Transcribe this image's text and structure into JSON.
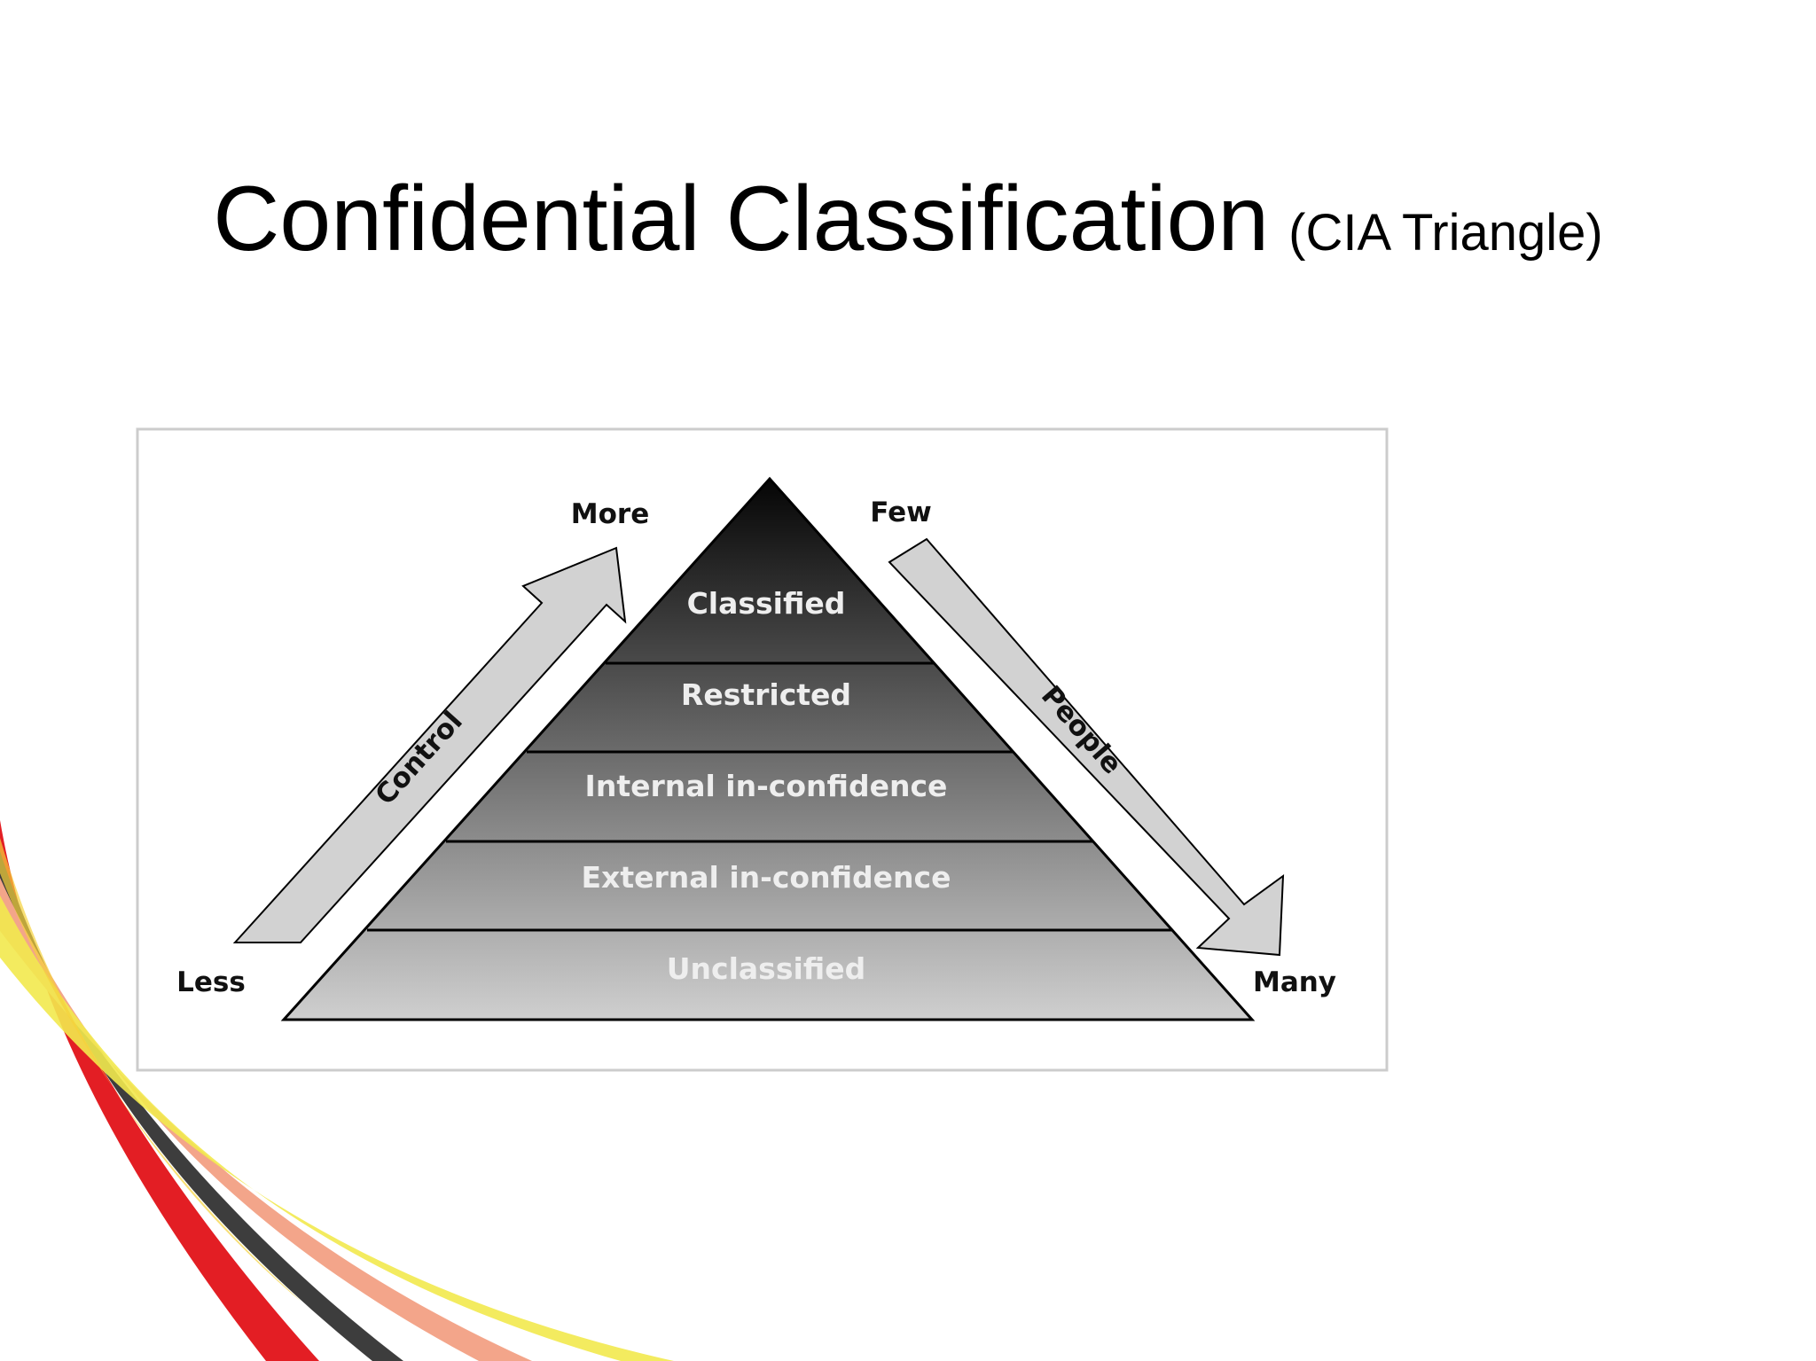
{
  "slide": {
    "title": "Confidential Classification",
    "subtitle": "(CIA Triangle)"
  },
  "diagram": {
    "levels": [
      {
        "label": "Classified"
      },
      {
        "label": "Restricted"
      },
      {
        "label": "Internal in-confidence"
      },
      {
        "label": "External in-confidence"
      },
      {
        "label": "Unclassified"
      }
    ],
    "control_arrow": {
      "label": "Control",
      "start": "Less",
      "end": "More"
    },
    "people_arrow": {
      "label": "People",
      "start": "Few",
      "end": "Many"
    }
  },
  "colors": {
    "apex": "#050505",
    "base": "#cfcfcf",
    "arrow_fill": "#d2d2d2",
    "label_text": "#eeeeee",
    "frame_border": "#cccccc",
    "swoosh": [
      "#e31e24",
      "#f2e94e",
      "#3d3d3d",
      "#f3a58a",
      "#f5d23a"
    ]
  }
}
